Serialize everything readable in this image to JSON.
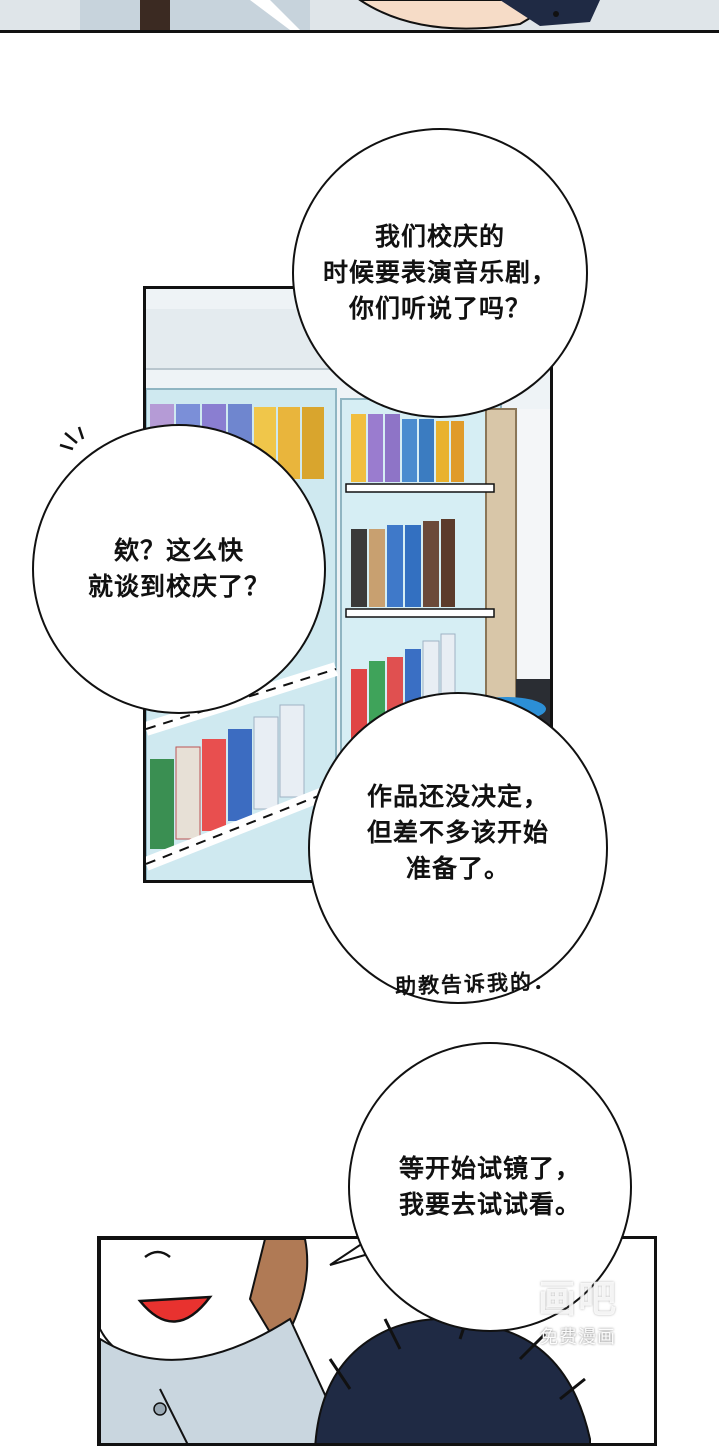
{
  "bubbles": {
    "b1": "我们校庆的\n时候要表演音乐剧，\n你们听说了吗？",
    "b2": "欸？这么快\n就谈到校庆了？",
    "b3": "作品还没决定，\n但差不多该开始\n准备了。",
    "b4": "等开始试镜了，\n我要去试试看。"
  },
  "handwritten_note": "助教告诉我的．",
  "watermark": {
    "logo": "画吧",
    "subtitle": "免费漫画"
  },
  "colors": {
    "ink": "#111111",
    "fridge": "#cfe9f0",
    "hair_brown": "#b07a55",
    "hair_dark": "#1f2a44",
    "shirt": "#c9d6df",
    "mouth": "#e8322f"
  }
}
